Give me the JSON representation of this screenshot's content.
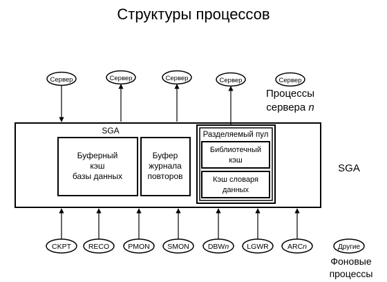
{
  "title": "Структуры процессов",
  "server_processes": [
    "Сервер",
    "Сервер",
    "Сервер",
    "Сервер",
    "Сервер"
  ],
  "server_processes_label": {
    "line1": "Процессы",
    "line2": "сервера",
    "n": "n"
  },
  "sga": {
    "inner_label": "SGA",
    "outer_label": "SGA",
    "buffer_cache": [
      "Буферный",
      "кэш",
      "базы данных"
    ],
    "redo_buffer": [
      "Буфер",
      "журнала",
      "повторов"
    ],
    "shared_pool": {
      "label": "Разделяемый пул",
      "library_cache": [
        "Библиотечный",
        "кэш"
      ],
      "dictionary_cache": [
        "Кэш словаря",
        "данных"
      ]
    }
  },
  "background_processes": [
    {
      "name": "CKPT"
    },
    {
      "name": "RECO"
    },
    {
      "name": "PMON"
    },
    {
      "name": "SMON"
    },
    {
      "name": "DBW",
      "suffix": "n"
    },
    {
      "name": "LGWR"
    },
    {
      "name": "ARC",
      "suffix": "n"
    },
    {
      "name": "Другие"
    }
  ],
  "background_processes_label": [
    "Фоновые",
    "процессы"
  ]
}
